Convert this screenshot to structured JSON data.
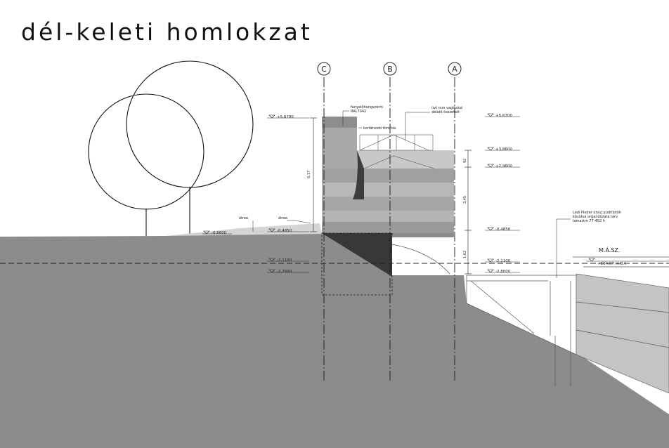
{
  "title": "dél-keleti homlokzat",
  "axes": [
    {
      "key": "C",
      "label": "C"
    },
    {
      "key": "B",
      "label": "B"
    },
    {
      "key": "A",
      "label": "A"
    }
  ],
  "levels_left": [
    "+5,6700",
    "-0,6600",
    "-0,4850",
    "-2,1100",
    "-2,7600"
  ],
  "levels_right": [
    "+5,6700",
    "+3,8600",
    "+2,9600",
    "-0,4850",
    "-2,1100",
    "-2,8000"
  ],
  "dimensions": {
    "left_height": "6,17",
    "right_top": "92",
    "right_mid": "3,45",
    "right_low": "1,62"
  },
  "annotations": {
    "top_left": [
      "fanyelőhangszórín",
      "RAL7042"
    ],
    "top_right": [
      "üvt mm vagtkotal",
      "ablakt összefatt"
    ],
    "mid": "korlátsodó tömítés",
    "ground_a": "átrea",
    "ground_b": "átrea",
    "right_note": [
      "Lédi Pleder ütvuj pudrilotóh",
      "kbsütsa organdózata tarv",
      "lamaztm 77-452 h"
    ]
  },
  "masz": {
    "label": "M.Á.SZ.",
    "value": "+164,07 m B.f."
  },
  "colors": {
    "ground": "#8c8c8c",
    "dark": "#3a3a3a",
    "mid": "#9e9e9e",
    "light": "#c6c6c6",
    "line": "#111111"
  }
}
